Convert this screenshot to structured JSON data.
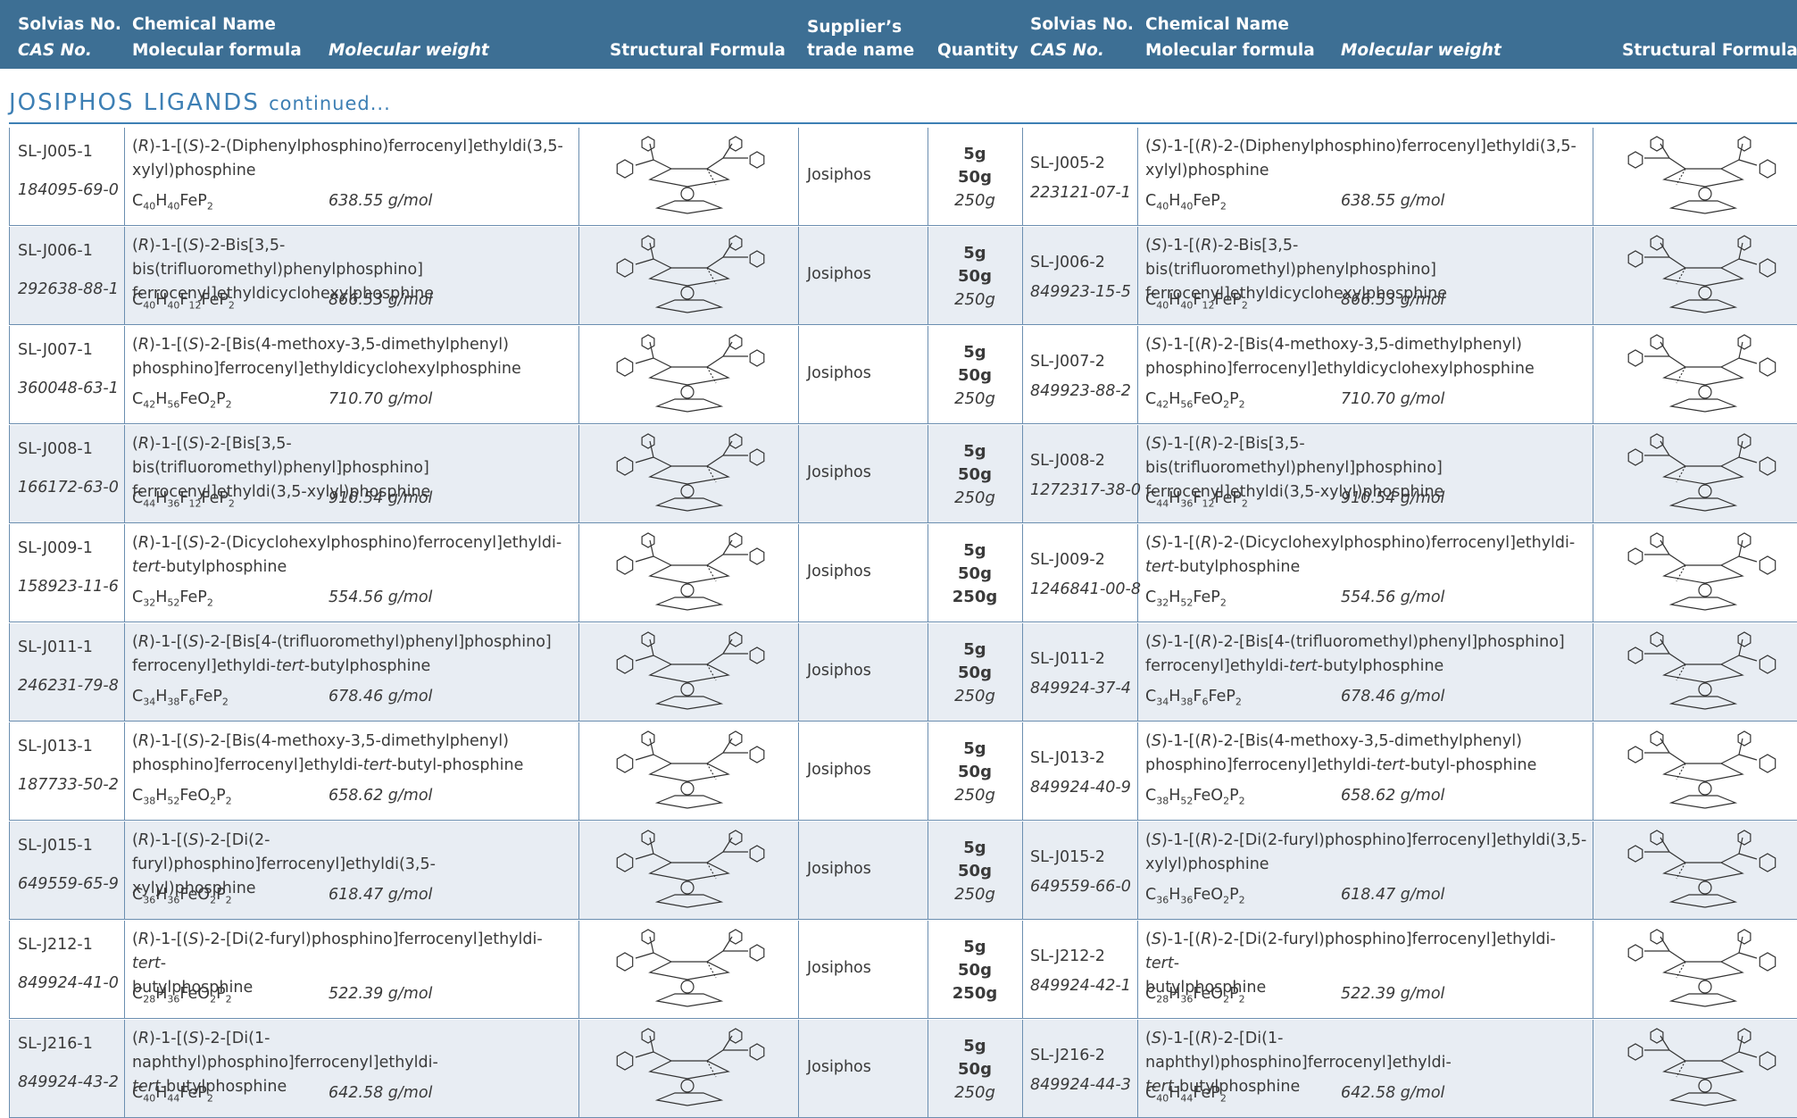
{
  "header": {
    "solvias_no": "Solvias No.",
    "cas_no": "CAS No.",
    "chemical_name": "Chemical Name",
    "molecular_formula": "Molecular formula",
    "molecular_weight": "Molecular weight",
    "structural_formula": "Structural Formula",
    "supplier_line1": "Supplier’s",
    "supplier_line2": "trade name",
    "quantity": "Quantity"
  },
  "section": {
    "title": "JOSIPHOS LIGANDS",
    "continued": "continued..."
  },
  "colors": {
    "header_bg": "#3d6f94",
    "accent": "#3d7fb4",
    "row_shade": "#e8edf3",
    "grid": "#6b8eb0"
  },
  "rows": [
    {
      "left": {
        "no": "SL-J005-1",
        "cas": "184095-69-0",
        "name1": "(R)-1-[(S)-2-(Diphenylphosphino)ferrocenyl]ethyldi(3,5-",
        "name2": "xylyl)phosphine",
        "formula": "C40H40FeP2",
        "mw": "638.55 g/mol"
      },
      "trade": "Josiphos",
      "qty": [
        "5g",
        "50g",
        "250g"
      ],
      "qty_bold": 2,
      "right": {
        "no": "SL-J005-2",
        "cas": "223121-07-1",
        "name1": "(S)-1-[(R)-2-(Diphenylphosphino)ferrocenyl]ethyldi(3,5-",
        "name2": "xylyl)phosphine",
        "formula": "C40H40FeP2",
        "mw": "638.55 g/mol"
      }
    },
    {
      "left": {
        "no": "SL-J006-1",
        "cas": "292638-88-1",
        "name1": "(R)-1-[(S)-2-Bis[3,5-bis(trifluoromethyl)phenylphosphino]",
        "name2": "ferrocenyl]ethyldicyclohexylphosphine",
        "formula": "C40H40F12FeP2",
        "mw": "866.53 g/mol"
      },
      "trade": "Josiphos",
      "qty": [
        "5g",
        "50g",
        "250g"
      ],
      "qty_bold": 2,
      "right": {
        "no": "SL-J006-2",
        "cas": "849923-15-5",
        "name1": "(S)-1-[(R)-2-Bis[3,5-bis(trifluoromethyl)phenylphosphino]",
        "name2": "ferrocenyl]ethyldicyclohexylphosphine",
        "formula": "C40H40F12FeP2",
        "mw": "866.53 g/mol"
      }
    },
    {
      "left": {
        "no": "SL-J007-1",
        "cas": "360048-63-1",
        "name1": "(R)-1-[(S)-2-[Bis(4-methoxy-3,5-dimethylphenyl)",
        "name2": "phosphino]ferrocenyl]ethyldicyclohexylphosphine",
        "formula": "C42H56FeO2P2",
        "mw": "710.70 g/mol"
      },
      "trade": "Josiphos",
      "qty": [
        "5g",
        "50g",
        "250g"
      ],
      "qty_bold": 2,
      "right": {
        "no": "SL-J007-2",
        "cas": "849923-88-2",
        "name1": "(S)-1-[(R)-2-[Bis(4-methoxy-3,5-dimethylphenyl)",
        "name2": "phosphino]ferrocenyl]ethyldicyclohexylphosphine",
        "formula": "C42H56FeO2P2",
        "mw": "710.70 g/mol"
      }
    },
    {
      "left": {
        "no": "SL-J008-1",
        "cas": "166172-63-0",
        "name1": "(R)-1-[(S)-2-[Bis[3,5-bis(trifluoromethyl)phenyl]phosphino]",
        "name2": "ferrocenyl]ethyldi(3,5-xylyl)phosphine",
        "formula": "C44H36F12FeP2",
        "mw": "910.54 g/mol"
      },
      "trade": "Josiphos",
      "qty": [
        "5g",
        "50g",
        "250g"
      ],
      "qty_bold": 2,
      "right": {
        "no": "SL-J008-2",
        "cas": "1272317-38-0",
        "name1": "(S)-1-[(R)-2-[Bis[3,5-bis(trifluoromethyl)phenyl]phosphino]",
        "name2": "ferrocenyl]ethyldi(3,5-xylyl)phosphine",
        "formula": "C44H36F12FeP2",
        "mw": "910.54 g/mol"
      }
    },
    {
      "left": {
        "no": "SL-J009-1",
        "cas": "158923-11-6",
        "name1": "(R)-1-[(S)-2-(Dicyclohexylphosphino)ferrocenyl]ethyldi-",
        "name2": "tert-butylphosphine",
        "formula": "C32H52FeP2",
        "mw": "554.56 g/mol"
      },
      "trade": "Josiphos",
      "qty": [
        "5g",
        "50g",
        "250g"
      ],
      "qty_bold": 3,
      "right": {
        "no": "SL-J009-2",
        "cas": "1246841-00-8",
        "name1": "(S)-1-[(R)-2-(Dicyclohexylphosphino)ferrocenyl]ethyldi-",
        "name2": "tert-butylphosphine",
        "formula": "C32H52FeP2",
        "mw": "554.56 g/mol"
      }
    },
    {
      "left": {
        "no": "SL-J011-1",
        "cas": "246231-79-8",
        "name1": "(R)-1-[(S)-2-[Bis[4-(trifluoromethyl)phenyl]phosphino]",
        "name2": "ferrocenyl]ethyldi-tert-butylphosphine",
        "formula": "C34H38F6FeP2",
        "mw": "678.46 g/mol"
      },
      "trade": "Josiphos",
      "qty": [
        "5g",
        "50g",
        "250g"
      ],
      "qty_bold": 2,
      "right": {
        "no": "SL-J011-2",
        "cas": "849924-37-4",
        "name1": "(S)-1-[(R)-2-[Bis[4-(trifluoromethyl)phenyl]phosphino]",
        "name2": "ferrocenyl]ethyldi-tert-butylphosphine",
        "formula": "C34H38F6FeP2",
        "mw": "678.46 g/mol"
      }
    },
    {
      "left": {
        "no": "SL-J013-1",
        "cas": "187733-50-2",
        "name1": "(R)-1-[(S)-2-[Bis(4-methoxy-3,5-dimethylphenyl)",
        "name2": "phosphino]ferrocenyl]ethyldi-tert-butyl-phosphine",
        "formula": "C38H52FeO2P2",
        "mw": "658.62 g/mol"
      },
      "trade": "Josiphos",
      "qty": [
        "5g",
        "50g",
        "250g"
      ],
      "qty_bold": 2,
      "right": {
        "no": "SL-J013-2",
        "cas": "849924-40-9",
        "name1": "(S)-1-[(R)-2-[Bis(4-methoxy-3,5-dimethylphenyl)",
        "name2": "phosphino]ferrocenyl]ethyldi-tert-butyl-phosphine",
        "formula": "C38H52FeO2P2",
        "mw": "658.62 g/mol"
      }
    },
    {
      "left": {
        "no": "SL-J015-1",
        "cas": "649559-65-9",
        "name1": "(R)-1-[(S)-2-[Di(2-furyl)phosphino]ferrocenyl]ethyldi(3,5-",
        "name2": "xylyl)phosphine",
        "formula": "C36H36FeO2P2",
        "mw": "618.47 g/mol"
      },
      "trade": "Josiphos",
      "qty": [
        "5g",
        "50g",
        "250g"
      ],
      "qty_bold": 2,
      "right": {
        "no": "SL-J015-2",
        "cas": "649559-66-0",
        "name1": "(S)-1-[(R)-2-[Di(2-furyl)phosphino]ferrocenyl]ethyldi(3,5-",
        "name2": "xylyl)phosphine",
        "formula": "C36H36FeO2P2",
        "mw": "618.47 g/mol"
      }
    },
    {
      "left": {
        "no": "SL-J212-1",
        "cas": "849924-41-0",
        "name1": "(R)-1-[(S)-2-[Di(2-furyl)phosphino]ferrocenyl]ethyldi-tert-",
        "name2": "butylphosphine",
        "formula": "C28H36FeO2P2",
        "mw": "522.39 g/mol"
      },
      "trade": "Josiphos",
      "qty": [
        "5g",
        "50g",
        "250g"
      ],
      "qty_bold": 3,
      "right": {
        "no": "SL-J212-2",
        "cas": "849924-42-1",
        "name1": "(S)-1-[(R)-2-[Di(2-furyl)phosphino]ferrocenyl]ethyldi-tert-",
        "name2": "butylphosphine",
        "formula": "C28H36FeO2P2",
        "mw": "522.39 g/mol"
      }
    },
    {
      "left": {
        "no": "SL-J216-1",
        "cas": "849924-43-2",
        "name1": "(R)-1-[(S)-2-[Di(1-naphthyl)phosphino]ferrocenyl]ethyldi-",
        "name2": "tert-butylphosphine",
        "formula": "C40H44FeP2",
        "mw": "642.58 g/mol"
      },
      "trade": "Josiphos",
      "qty": [
        "5g",
        "50g",
        "250g"
      ],
      "qty_bold": 2,
      "right": {
        "no": "SL-J216-2",
        "cas": "849924-44-3",
        "name1": "(S)-1-[(R)-2-[Di(1-naphthyl)phosphino]ferrocenyl]ethyldi-",
        "name2": "tert-butylphosphine",
        "formula": "C40H44FeP2",
        "mw": "642.58 g/mol"
      }
    }
  ]
}
